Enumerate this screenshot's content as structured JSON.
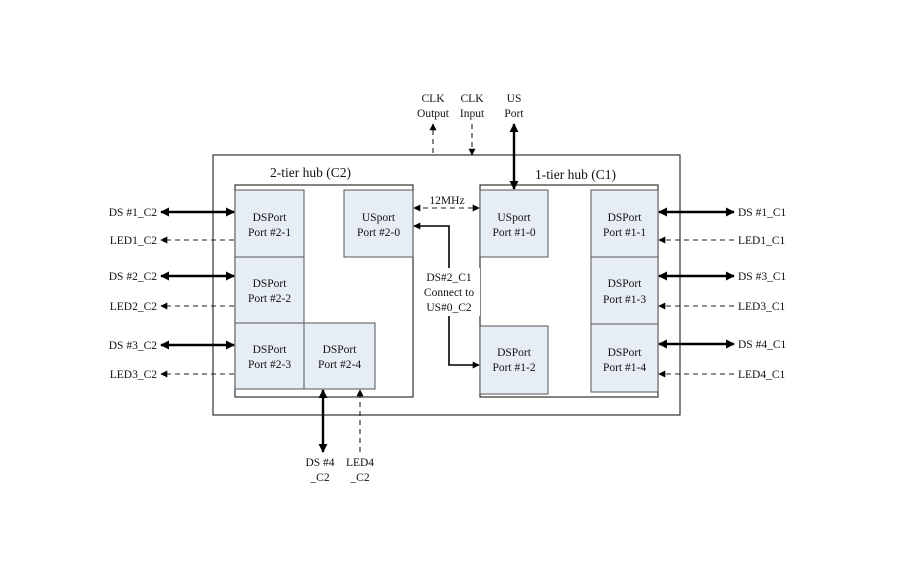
{
  "hub_c2": {
    "title": "2-tier hub (C2)"
  },
  "hub_c1": {
    "title": "1-tier hub (C1)"
  },
  "top": {
    "clk_output": [
      "CLK",
      "Output"
    ],
    "clk_input": [
      "CLK",
      "Input"
    ],
    "us_port": [
      "US",
      "Port"
    ]
  },
  "freq": "12MHz",
  "connect_note": [
    "DS#2_C1",
    "Connect to",
    "US#0_C2"
  ],
  "ports_c2": {
    "p21": [
      "DSPort",
      "Port #2-1"
    ],
    "p20": [
      "USport",
      "Port #2-0"
    ],
    "p22": [
      "DSPort",
      "Port #2-2"
    ],
    "p23": [
      "DSPort",
      "Port #2-3"
    ],
    "p24": [
      "DSPort",
      "Port #2-4"
    ]
  },
  "ports_c1": {
    "p10": [
      "USport",
      "Port #1-0"
    ],
    "p11": [
      "DSPort",
      "Port #1-1"
    ],
    "p13": [
      "DSPort",
      "Port #1-3"
    ],
    "p12": [
      "DSPort",
      "Port #1-2"
    ],
    "p14": [
      "DSPort",
      "Port #1-4"
    ]
  },
  "left_labels": [
    "DS #1_C2",
    "LED1_C2",
    "DS #2_C2",
    "LED2_C2",
    "DS #3_C2",
    "LED3_C2"
  ],
  "right_labels": [
    "DS #1_C1",
    "LED1_C1",
    "DS #3_C1",
    "LED3_C1",
    "DS #4_C1",
    "LED4_C1"
  ],
  "bottom": {
    "ds4": [
      "DS #4",
      "_C2"
    ],
    "led4": [
      "LED4",
      "_C2"
    ]
  }
}
